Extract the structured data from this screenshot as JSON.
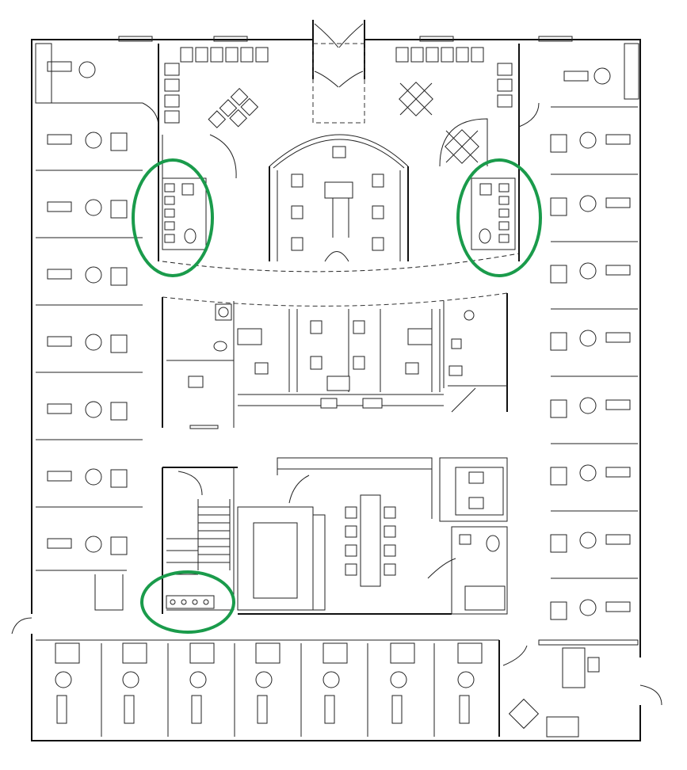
{
  "drawing": {
    "kind": "dental office floor plan",
    "highlight_color": "#1a9b4b",
    "line_color": "#111111",
    "background": "#ffffff"
  },
  "highlights": [
    {
      "id": "sterilization-left"
    },
    {
      "id": "sterilization-right"
    },
    {
      "id": "utility-sinks"
    }
  ],
  "operatories": {
    "left_column": 8,
    "right_column": 9,
    "bottom_row": 7
  }
}
